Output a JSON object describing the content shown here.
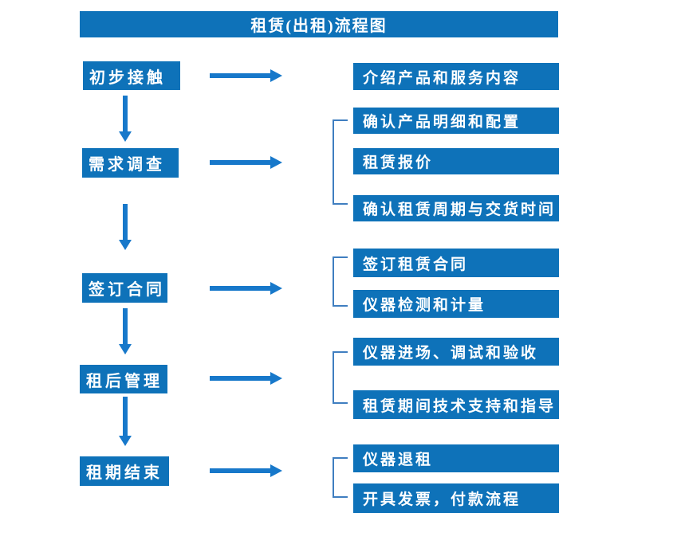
{
  "title": "租赁(出租)流程图",
  "colors": {
    "box_blue": "#0E72B9",
    "arrow_blue": "#1778CA",
    "bracket_blue": "#3F7EC0",
    "text": "#FFFFFF",
    "background": "#FFFFFF"
  },
  "left_steps": [
    {
      "label": "初步接触"
    },
    {
      "label": "需求调查"
    },
    {
      "label": "签订合同"
    },
    {
      "label": "租后管理"
    },
    {
      "label": "租期结束"
    }
  ],
  "right_items": [
    {
      "label": "介绍产品和服务内容"
    },
    {
      "label": "确认产品明细和配置"
    },
    {
      "label": "租赁报价"
    },
    {
      "label": "确认租赁周期与交货时间"
    },
    {
      "label": "签订租赁合同"
    },
    {
      "label": "仪器检测和计量"
    },
    {
      "label": "仪器进场、调试和验收"
    },
    {
      "label": "租赁期间技术支持和指导"
    },
    {
      "label": "仪器退租"
    },
    {
      "label": "开具发票，付款流程"
    }
  ]
}
